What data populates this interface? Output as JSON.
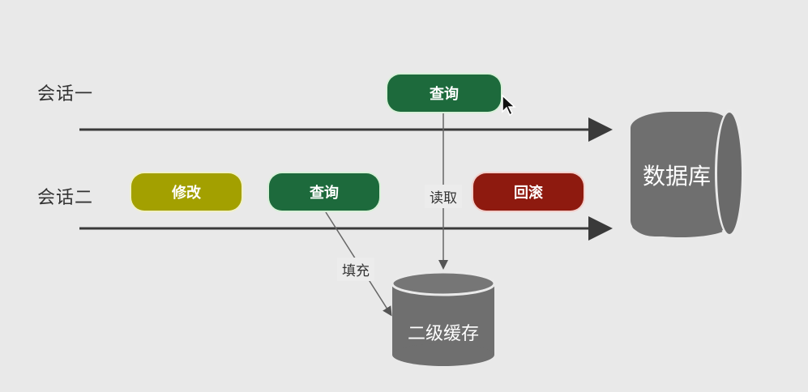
{
  "sessions": {
    "one": {
      "label": "会话一"
    },
    "two": {
      "label": "会话二"
    }
  },
  "actions": {
    "session_one_query": {
      "label": "查询",
      "color": "#1d6a3c"
    },
    "session_two_modify": {
      "label": "修改",
      "color": "#a3a000"
    },
    "session_two_query": {
      "label": "查询",
      "color": "#1d6a3c"
    },
    "session_two_rollback": {
      "label": "回滚",
      "color": "#8e1a0f"
    }
  },
  "edges": {
    "read": "读取",
    "fill": "填充"
  },
  "stores": {
    "database": {
      "label": "数据库",
      "color": "#6f6f6f"
    },
    "cache": {
      "label": "二级缓存",
      "color": "#6f6f6f"
    }
  }
}
